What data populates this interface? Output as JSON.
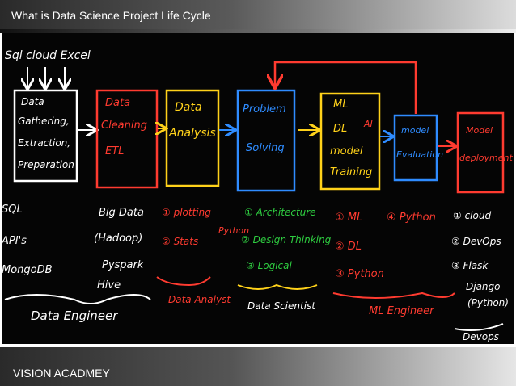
{
  "header": {
    "title": "What is Data Science Project Life Cycle"
  },
  "footer": {
    "brand": "VISION ACADMEY"
  },
  "board": {
    "sources": {
      "label": "Sql   cloud   Excel",
      "color": "#ffffff"
    },
    "stages": [
      {
        "lines": [
          "Data",
          "Gathering,",
          "Extraction,",
          "Preparation"
        ],
        "color": "#ffffff"
      },
      {
        "lines": [
          "Data",
          "Cleaning",
          "ETL"
        ],
        "color": "#ff3b30"
      },
      {
        "lines": [
          "Data",
          "Analysis"
        ],
        "color": "#ffd21a"
      },
      {
        "lines": [
          "Problem",
          "Solving"
        ],
        "color": "#2f8cff"
      },
      {
        "lines": [
          "ML",
          "DL",
          "model",
          "Training"
        ],
        "color": "#ffd21a",
        "badge": "AI"
      },
      {
        "lines": [
          "model",
          "Evaluation"
        ],
        "color": "#2f8cff"
      },
      {
        "lines": [
          "Model",
          "deployment"
        ],
        "color": "#ff3b30"
      }
    ],
    "roles": [
      {
        "name": "Data Engineer",
        "color": "#ffffff",
        "col1": [
          "SQL",
          "API's",
          "MongoDB"
        ],
        "col2": [
          "Big Data",
          "(Hadoop)",
          "Pyspark",
          "Hive"
        ]
      },
      {
        "name": "Data Analyst",
        "color": "#ff3b30",
        "skills": [
          "① plotting",
          "② Stats"
        ],
        "shared": "Python"
      },
      {
        "name": "Data Scientist",
        "color": "#2ecc40",
        "skills": [
          "① Architecture",
          "② Design Thinking",
          "③ Logical"
        ]
      },
      {
        "name": "ML Engineer",
        "color": "#ff3b30",
        "skills": [
          "① ML",
          "② DL",
          "③ Python"
        ],
        "extra": "④ Python"
      },
      {
        "name": "Devops",
        "color": "#ffffff",
        "skills": [
          "① cloud",
          "② DevOps",
          "③ Flask",
          "Django",
          "(Python)"
        ]
      }
    ]
  }
}
